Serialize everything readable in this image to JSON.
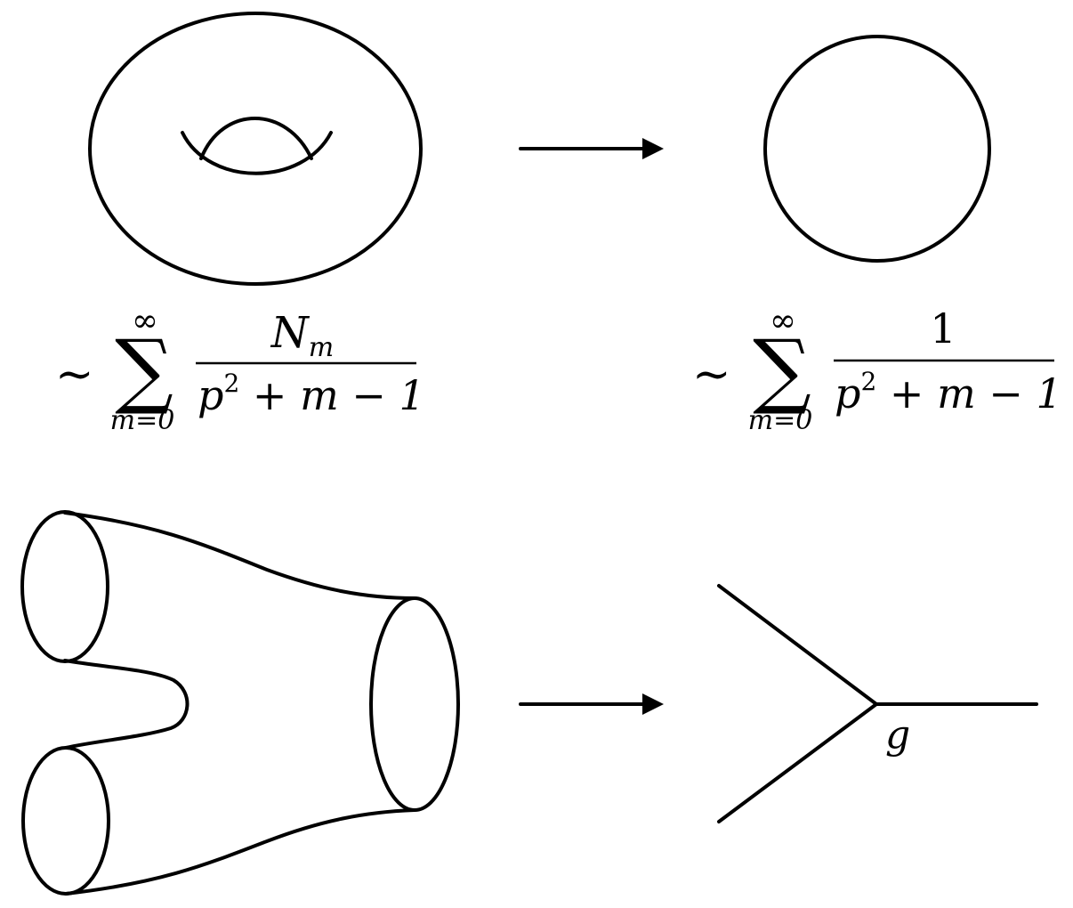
{
  "formula_torus": {
    "tilde": "~",
    "sum_symbol": "∑",
    "upper_limit": "∞",
    "lower_limit": "m=0",
    "numerator_main": "N",
    "numerator_sub": "m",
    "denominator_p": "p",
    "denominator_exp": "2",
    "denominator_rest": " + m − 1"
  },
  "formula_circle": {
    "tilde": "~",
    "sum_symbol": "∑",
    "upper_limit": "∞",
    "lower_limit": "m=0",
    "numerator": "1",
    "denominator_p": "p",
    "denominator_exp": "2",
    "denominator_rest": " + m − 1"
  },
  "vertex_label": "g"
}
